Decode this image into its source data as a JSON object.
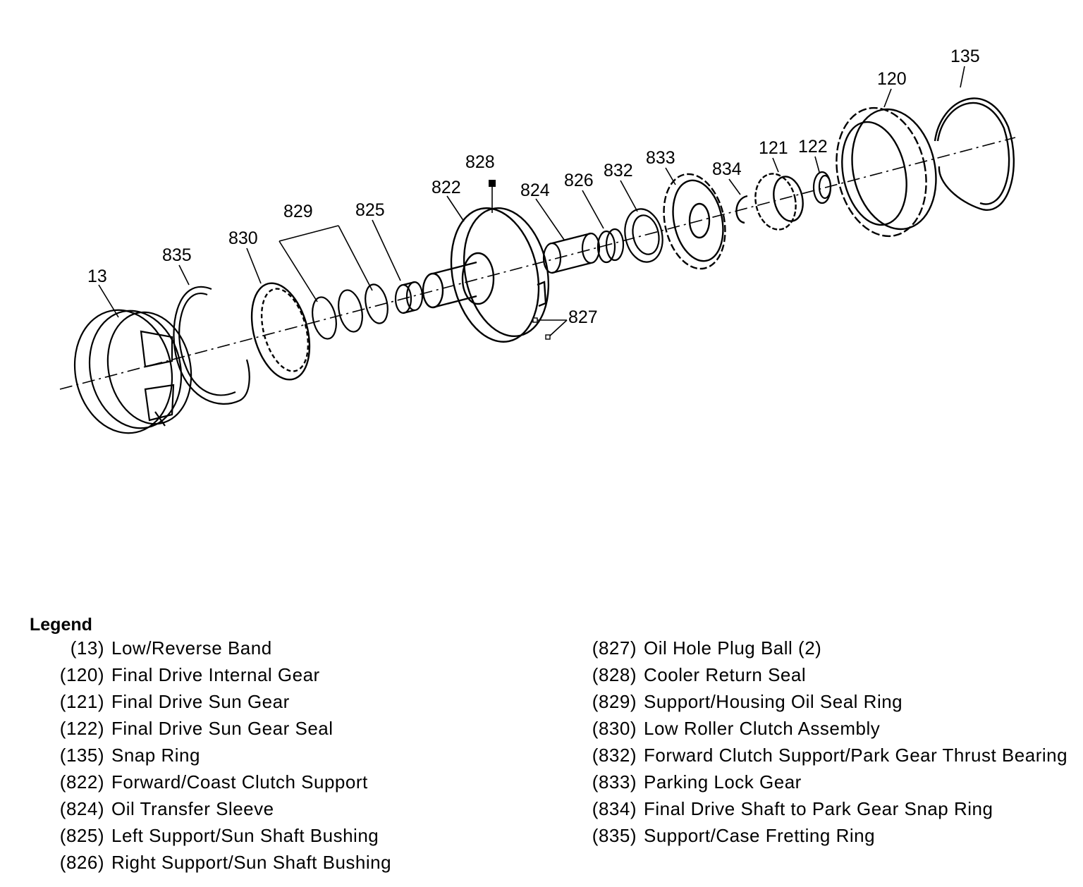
{
  "callouts": {
    "c13": "13",
    "c835": "835",
    "c830": "830",
    "c829": "829",
    "c825": "825",
    "c822": "822",
    "c828": "828",
    "c824": "824",
    "c826": "826",
    "c832": "832",
    "c833": "833",
    "c834": "834",
    "c121": "121",
    "c122": "122",
    "c120": "120",
    "c135": "135",
    "c827": "827"
  },
  "legend": {
    "title": "Legend",
    "left": [
      {
        "num": "(13)",
        "desc": "Low/Reverse Band"
      },
      {
        "num": "(120)",
        "desc": "Final Drive Internal Gear"
      },
      {
        "num": "(121)",
        "desc": "Final Drive Sun Gear"
      },
      {
        "num": "(122)",
        "desc": "Final Drive Sun Gear Seal"
      },
      {
        "num": "(135)",
        "desc": "Snap Ring"
      },
      {
        "num": "(822)",
        "desc": "Forward/Coast Clutch Support"
      },
      {
        "num": "(824)",
        "desc": "Oil Transfer Sleeve"
      },
      {
        "num": "(825)",
        "desc": "Left Support/Sun Shaft Bushing"
      },
      {
        "num": "(826)",
        "desc": "Right Support/Sun Shaft Bushing"
      }
    ],
    "right": [
      {
        "num": "(827)",
        "desc": "Oil Hole Plug Ball (2)"
      },
      {
        "num": "(828)",
        "desc": "Cooler Return Seal"
      },
      {
        "num": "(829)",
        "desc": "Support/Housing Oil Seal Ring"
      },
      {
        "num": "(830)",
        "desc": "Low Roller Clutch Assembly"
      },
      {
        "num": "(832)",
        "desc": "Forward Clutch Support/Park Gear Thrust Bearing"
      },
      {
        "num": "(833)",
        "desc": "Parking Lock Gear"
      },
      {
        "num": "(834)",
        "desc": "Final Drive Shaft to Park Gear Snap Ring"
      },
      {
        "num": "(835)",
        "desc": "Support/Case Fretting Ring"
      }
    ]
  }
}
